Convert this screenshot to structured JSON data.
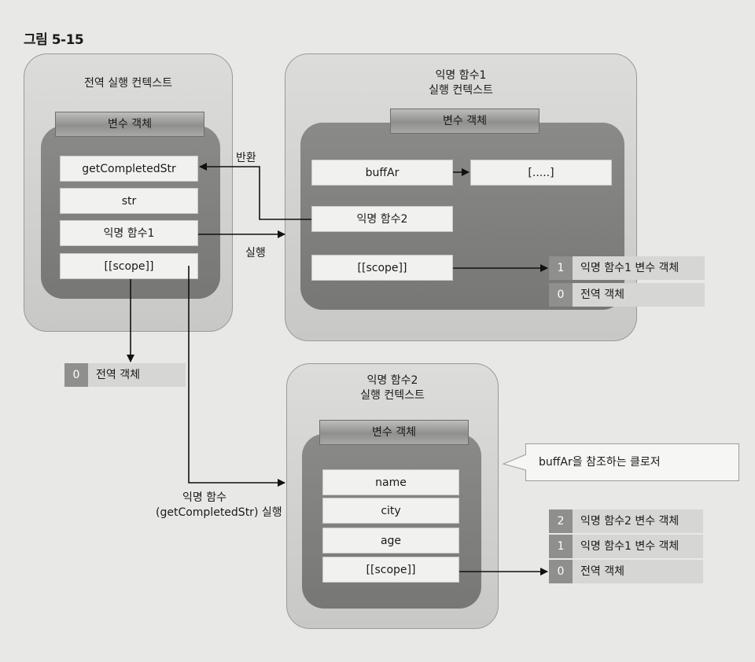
{
  "figure_title": "그림 5-15",
  "global_ctx": {
    "title": "전역 실행 컨텍스트",
    "var_header": "변수 객체",
    "cells": [
      "getCompletedStr",
      "str",
      "익명 함수1",
      "[[scope]]"
    ]
  },
  "anon1_ctx": {
    "title_line1": "익명 함수1",
    "title_line2": "실행 컨텍스트",
    "var_header": "변수 객체",
    "buff": "buffAr",
    "array": "[.....]",
    "anon2": "익명 함수2",
    "scope": "[[scope]]"
  },
  "anon2_ctx": {
    "title_line1": "익명 함수2",
    "title_line2": "실행 컨텍스트",
    "var_header": "변수 객체",
    "cells": [
      "name",
      "city",
      "age",
      "[[scope]]"
    ]
  },
  "labels": {
    "return": "반환",
    "exec": "실행",
    "call_line1": "익명 함수",
    "call_line2": "(getCompletedStr) 실행"
  },
  "callout": "buffAr을 참조하는 클로저",
  "global_chain": [
    {
      "num": "0",
      "label": "전역 객체"
    }
  ],
  "anon1_chain": [
    {
      "num": "1",
      "label": "익명 함수1 변수 객체"
    },
    {
      "num": "0",
      "label": "전역 객체"
    }
  ],
  "anon2_chain": [
    {
      "num": "2",
      "label": "익명 함수2 변수 객체"
    },
    {
      "num": "1",
      "label": "익명 함수1 변수 객체"
    },
    {
      "num": "0",
      "label": "전역 객체"
    }
  ]
}
